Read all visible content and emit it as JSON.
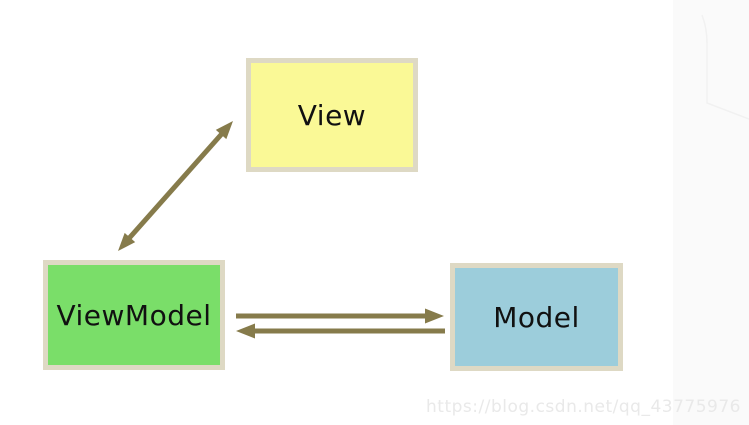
{
  "diagram": {
    "nodes": [
      {
        "id": "view",
        "label": "View",
        "fill": "#faf996"
      },
      {
        "id": "viewmodel",
        "label": "ViewModel",
        "fill": "#7ade69"
      },
      {
        "id": "model",
        "label": "Model",
        "fill": "#9ccddb"
      }
    ],
    "edges": [
      {
        "from": "viewmodel",
        "to": "view",
        "direction": "bidirectional"
      },
      {
        "from": "viewmodel",
        "to": "model",
        "direction": "forward"
      },
      {
        "from": "model",
        "to": "viewmodel",
        "direction": "forward"
      }
    ],
    "colors": {
      "background": "#ffffff",
      "box_border": "#ded9c4",
      "arrow": "#867b4b",
      "label": "#111111",
      "right_band": "#fafafa"
    }
  },
  "watermark": {
    "text": "https://blog.csdn.net/qq_43775976",
    "color": "#e9e9e9"
  }
}
